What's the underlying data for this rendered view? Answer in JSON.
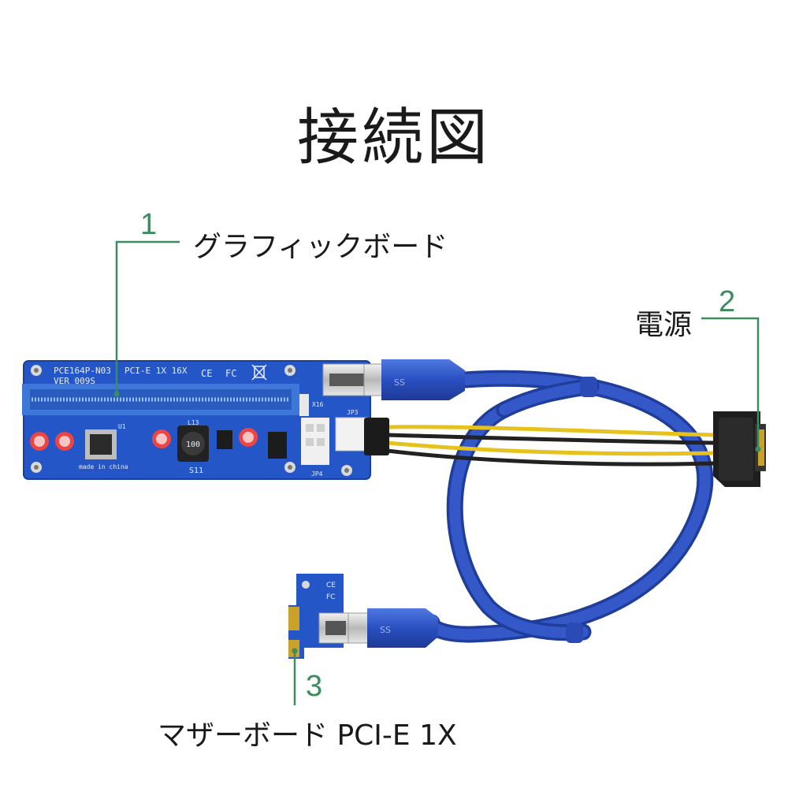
{
  "title": "接続図",
  "callouts": [
    {
      "number": "1",
      "label": "グラフィックボード"
    },
    {
      "number": "2",
      "label": "電源"
    },
    {
      "number": "3",
      "label": "マザーボード PCI-E 1X"
    }
  ],
  "board_text": {
    "model": "PCE164P-N03",
    "slot": "PCI-E 1X 16X",
    "version": "VER 009S",
    "made_in": "made in china",
    "ce": "CE",
    "fc": "FC",
    "inductor": "100",
    "u1": "U1",
    "l13": "L13",
    "s11": "S11",
    "x16": "X16",
    "jp3": "JP3",
    "jp4": "JP4",
    "usb_mark": "SS"
  },
  "colors": {
    "accent_green": "#3d8c5f",
    "board_blue": "#2456c8",
    "cable_blue": "#2f4fb8"
  }
}
